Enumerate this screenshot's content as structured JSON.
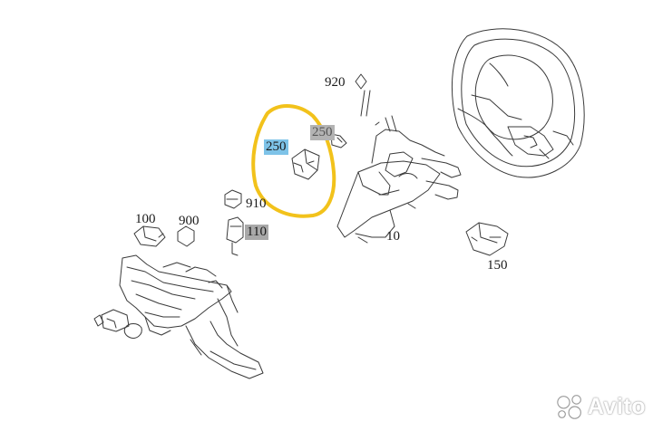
{
  "diagram": {
    "part_labels": {
      "p920": "920",
      "p250_highlight": "250",
      "p250": "250",
      "p910": "910",
      "p100": "100",
      "p900": "900",
      "p110": "110",
      "p10": "10",
      "p150": "150"
    },
    "highlight_color": "#f2c21b",
    "label_highlight_blue": "#7ec3e8",
    "label_highlight_gray": "#b3b3b3"
  },
  "watermark": {
    "text": "Avito",
    "icon": "avito-logo-icon"
  }
}
